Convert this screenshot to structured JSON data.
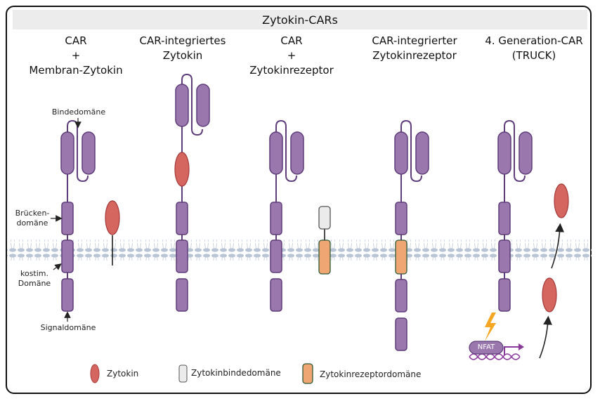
{
  "title": "Zytokin-CARs",
  "columns": [
    {
      "title": "CAR\n+\nMembran-Zytokin"
    },
    {
      "title": "CAR-integriertes\nZytokin"
    },
    {
      "title": "CAR\n+\nZytokinrezeptor"
    },
    {
      "title": "CAR-integrierter\nZytokinrezeptor"
    },
    {
      "title": "4. Generation-CAR\n(TRUCK)"
    }
  ],
  "annotations": {
    "binding_domain": "Bindedomäne",
    "hinge_domain": "Brücken-\ndomäne",
    "costim_domain": "kostim.\nDomäne",
    "signal_domain": "Signaldomäne",
    "nfat": "NFAT"
  },
  "legend": [
    {
      "label": "Zytokin",
      "shape": "ellipse",
      "color": "#d4665f"
    },
    {
      "label": "Zytokinbindedomäne",
      "shape": "rounded-rect",
      "color": "#ebebeb"
    },
    {
      "label": "Zytokinrezeptordomäne",
      "shape": "rounded-rect",
      "color": "#efa672"
    }
  ],
  "colors": {
    "car_domain": "#9a77ad",
    "car_stroke": "#5e3d7a",
    "cytokine": "#d4665f",
    "cytokine_stroke": "#a43a3a",
    "receptor": "#efa672",
    "receptor_stroke": "#2f5a3a",
    "binding": "#ebebeb",
    "membrane": "#b8c4d4",
    "lightning": "#f5a623"
  }
}
